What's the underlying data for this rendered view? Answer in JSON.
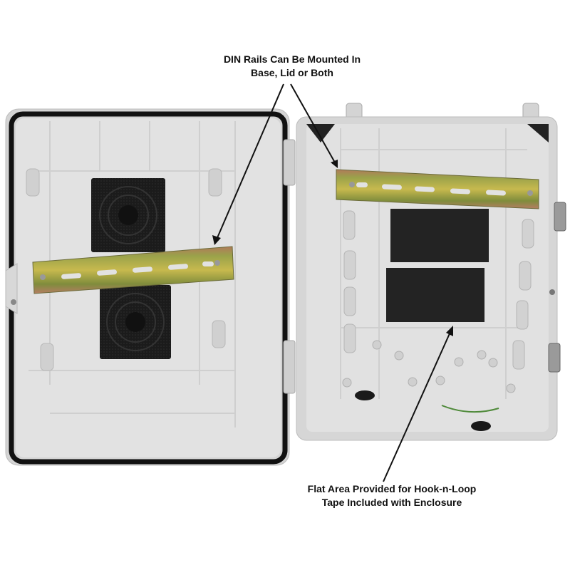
{
  "annotations": {
    "top": {
      "line1": "DIN Rails Can Be Mounted In",
      "line2": "Base, Lid or Both"
    },
    "bottom": {
      "line1": "Flat Area Provided for Hook-n-Loop",
      "line2": "Tape Included with Enclosure"
    }
  },
  "colors": {
    "enclosure": "#d6d6d6",
    "enclosure_inner": "#e4e4e4",
    "gasket": "#111111",
    "din_rail": "#a8a24a",
    "fan": "#1a1a1a",
    "hook_loop_pad": "#222222",
    "ground_wire": "#4f8a3a"
  }
}
